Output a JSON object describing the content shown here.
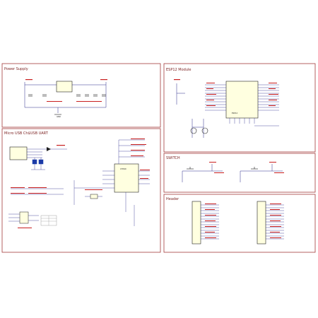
{
  "panels": {
    "power": {
      "title": "Power Supply"
    },
    "esp": {
      "title": "ESP12 Module"
    },
    "usb": {
      "title": "Micro USB  Ch$USB UART"
    },
    "switch": {
      "title": "SWITCH"
    },
    "header": {
      "title": "Header"
    }
  },
  "labels": {
    "esp_module": "ESP12",
    "usb_chip": "CH340",
    "power_gnd": "GND"
  },
  "colors": {
    "frame": "#a23a3a",
    "wire": "#2a2a8a",
    "net": "#c81e1e",
    "part": "#1e1e1e"
  }
}
